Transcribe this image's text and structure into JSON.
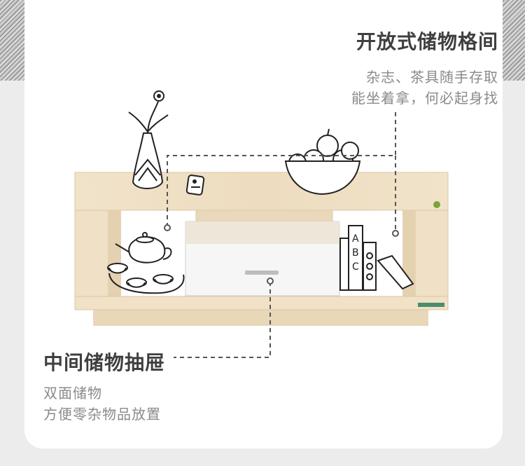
{
  "top_feature": {
    "title": "开放式储物格间",
    "desc_line1": "杂志、茶具随手存取",
    "desc_line2": "能坐着拿，何必起身找"
  },
  "bottom_feature": {
    "title": "中间储物抽屉",
    "desc_line1": "双面储物",
    "desc_line2": "方便零杂物品放置"
  },
  "icons": [
    "vase-icon",
    "remote-icon",
    "fruit-bowl-icon",
    "teapot-icon",
    "teacup-icon",
    "books-icon"
  ],
  "colors": {
    "wood": "#efe0c6",
    "wood_dark": "#e3cfad",
    "drawer": "#f4f4f4",
    "text_dark": "#3f3f3f",
    "text_gray": "#8a8a8a"
  }
}
